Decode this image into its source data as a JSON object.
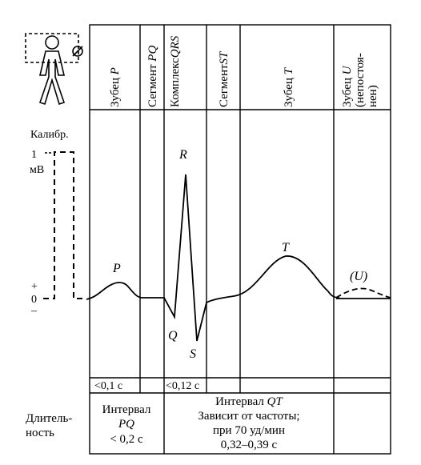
{
  "columns": [
    {
      "lines": [
        {
          "t": "Зубец ",
          "i": "P"
        }
      ]
    },
    {
      "lines": [
        {
          "t": "Сегмент ",
          "i": "PQ"
        }
      ]
    },
    {
      "lines": [
        {
          "t": "Комплекс"
        },
        {
          "t": "",
          "i": "QRS"
        }
      ]
    },
    {
      "lines": [
        {
          "t": "Сегмент",
          "i": "ST"
        }
      ]
    },
    {
      "lines": [
        {
          "t": "Зубец ",
          "i": "T"
        }
      ]
    },
    {
      "lines": [
        {
          "t": "Зубец ",
          "i": "U"
        },
        {
          "t": "(непостоя-"
        },
        {
          "t": "нен)"
        }
      ]
    }
  ],
  "calibration": {
    "label": "Калибр.",
    "one": "1",
    "mv": "мВ",
    "plus": "+",
    "zero": "0",
    "minus": "–"
  },
  "waves": {
    "P": "P",
    "Q": "Q",
    "R": "R",
    "S": "S",
    "T": "T",
    "U": "(U)"
  },
  "durations": {
    "p": "<0,1 с",
    "qrs": "<0,12 с"
  },
  "bottom": {
    "row_label_1": "Длитель-",
    "row_label_2": "ность",
    "pq_title": "Интервал",
    "pq_name": "PQ",
    "pq_value": "< 0,2 с",
    "qt_title": "Интервал ",
    "qt_name": "QT",
    "qt_line2": "Зависит от частоты;",
    "qt_line3": "при 70 уд/мин",
    "qt_line4": "0,32–0,39 с"
  },
  "colors": {
    "ink": "#000000",
    "paper": "#ffffff"
  }
}
